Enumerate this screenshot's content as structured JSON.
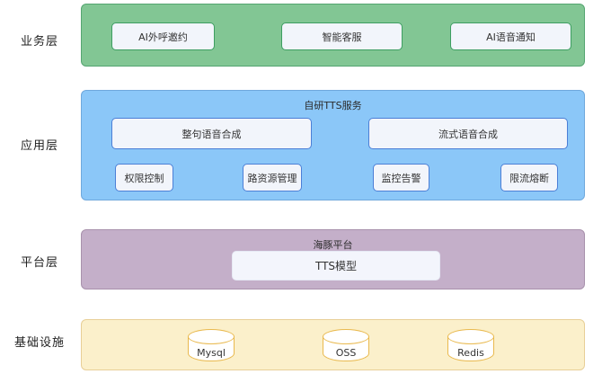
{
  "colors": {
    "business_fill": "#82C694",
    "business_border": "#55A571",
    "business_node_border": "#3E9E62",
    "application_fill": "#8BC7F8",
    "application_border": "#6FA8DC",
    "application_node_border": "#4C7FD6",
    "platform_fill": "#C4AFC9",
    "platform_border": "#A891AC",
    "infrastructure_fill": "#FBF0CB",
    "infrastructure_border": "#E8CF97",
    "cylinder_border": "#E9B94E",
    "node_fill": "#F2F5FB",
    "text": "#333333"
  },
  "layers": {
    "business": {
      "label": "业务层",
      "boxes": [
        "AI外呼邀约",
        "智能客服",
        "AI语音通知"
      ]
    },
    "application": {
      "label": "应用层",
      "title": "自研TTS服务",
      "wide_boxes": [
        "整句语音合成",
        "流式语音合成"
      ],
      "small_boxes": [
        "权限控制",
        "路资源管理",
        "监控告警",
        "限流熔断"
      ]
    },
    "platform": {
      "label": "平台层",
      "title": "海豚平台",
      "model_box": "TTS模型"
    },
    "infrastructure": {
      "label": "基础设施",
      "cylinders": [
        "Mysql",
        "OSS",
        "Redis"
      ]
    }
  }
}
